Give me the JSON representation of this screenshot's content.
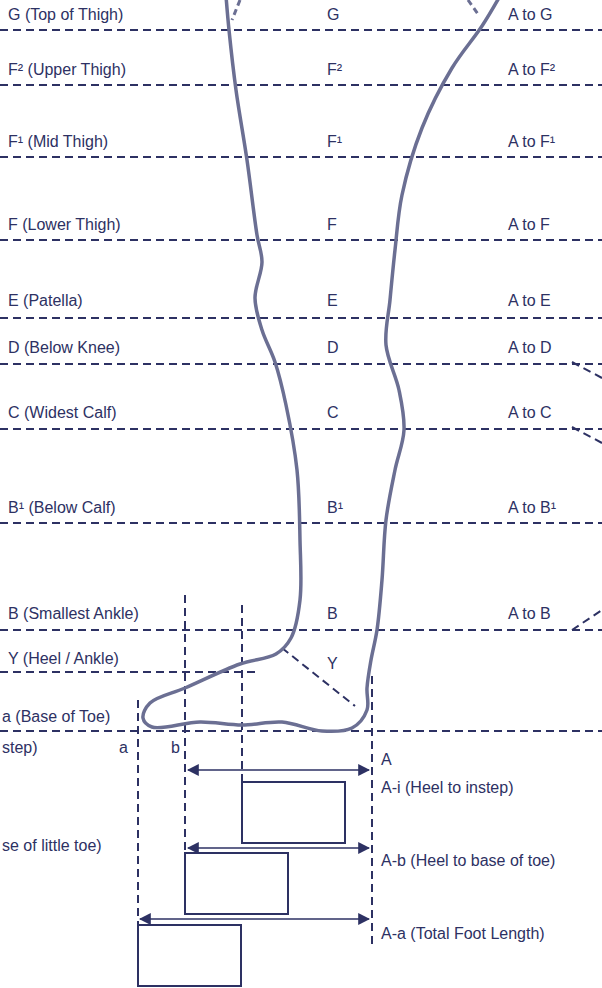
{
  "diagram": {
    "labels": [
      "G (Top of Thigh)",
      "G",
      "A to G",
      "F² (Upper Thigh)",
      "F²",
      "A to F²",
      "F¹ (Mid Thigh)",
      "F¹",
      "A to F¹",
      "F (Lower Thigh)",
      "F",
      "A to F",
      "E (Patella)",
      "E",
      "A to E",
      "D (Below Knee)",
      "D",
      "A to D",
      "C (Widest Calf)",
      "C",
      "A to C",
      "B¹ (Below Calf)",
      "B¹",
      "A to B¹",
      "B (Smallest Ankle)",
      "B",
      "A to B",
      "Y (Heel / Ankle)",
      "Y",
      "a (Base of Toe)",
      "step)",
      "a",
      "b",
      "A",
      "A-i (Heel to instep)",
      "se of little toe)",
      "A-b (Heel to base of toe)",
      "A-a (Total Foot Length)"
    ]
  }
}
